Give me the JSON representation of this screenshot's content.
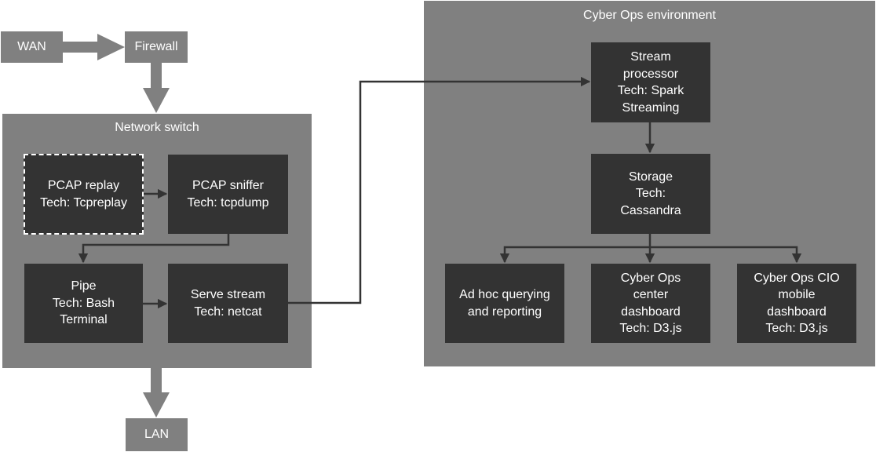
{
  "external": {
    "wan": "WAN",
    "firewall": "Firewall",
    "lan": "LAN"
  },
  "network_switch": {
    "title": "Network switch",
    "pcap_replay": "PCAP replay\nTech: Tcpreplay",
    "pcap_sniffer": "PCAP sniffer\nTech: tcpdump",
    "pipe": "Pipe\nTech: Bash\nTerminal",
    "serve_stream": "Serve stream\nTech: netcat"
  },
  "cyber_ops": {
    "title": "Cyber Ops environment",
    "stream_processor": "Stream\nprocessor\nTech: Spark\nStreaming",
    "storage": "Storage\nTech:\nCassandra",
    "ad_hoc": "Ad hoc querying\nand reporting",
    "center_dashboard": "Cyber Ops\ncenter\ndashboard\nTech: D3.js",
    "cio_dashboard": "Cyber Ops CIO\nmobile\ndashboard\nTech: D3.js"
  },
  "colors": {
    "region": "#808080",
    "box": "#333333",
    "text": "#ffffff",
    "arrow": "#333333",
    "big_arrow": "#808080"
  }
}
